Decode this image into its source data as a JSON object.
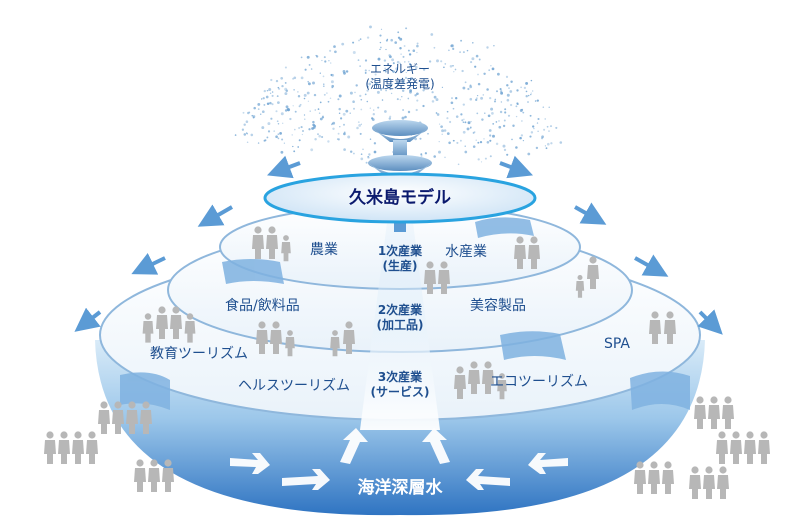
{
  "top": {
    "energy_line1": "エネルギー",
    "energy_line2": "(温度差発電)"
  },
  "model": "久米島モデル",
  "tier1": {
    "left": "農業",
    "center_line1": "1次産業",
    "center_line2": "(生産)",
    "right": "水産業"
  },
  "tier2": {
    "left": "食品/飲料品",
    "center_line1": "2次産業",
    "center_line2": "(加工品)",
    "right": "美容製品"
  },
  "tier3": {
    "left_top": "教育ツーリズム",
    "left_bottom": "ヘルスツーリズム",
    "center_line1": "3次産業",
    "center_line2": "(サービス)",
    "right_bottom": "エコツーリズム",
    "right_top": "SPA"
  },
  "base": "海洋深層水",
  "colors": {
    "text": "#1f4f8f",
    "model_text": "#0b1a6e",
    "model_border": "#29a3e0",
    "water": "#5b9bd5",
    "people": "#b7b7b7"
  }
}
